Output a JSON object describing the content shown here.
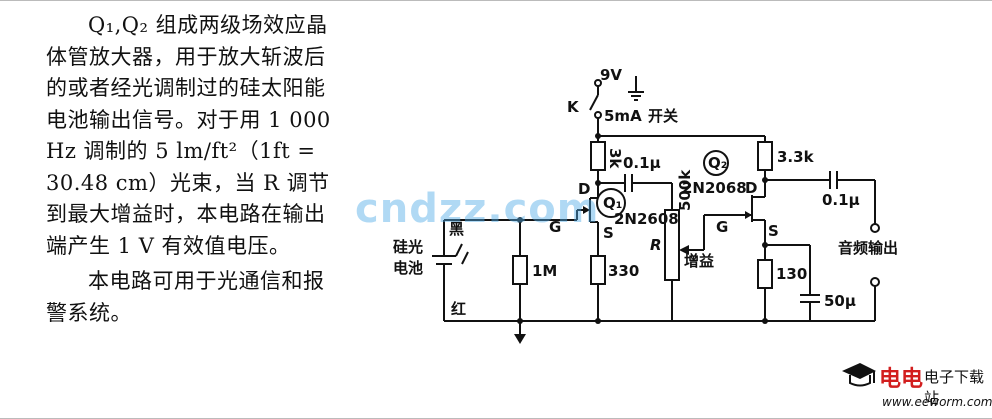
{
  "description": {
    "para1": "Q₁,Q₂ 组成两级场效应晶体管放大器，用于放大斩波后的或者经光调制过的硅太阳能电池输出信号。对于用 1 000 Hz 调制的 5 lm/ft²（1ft = 30.48 cm）光束，当 R 调节到最大增益时，本电路在输出端产生 1 V 有效值电压。",
    "para2": "本电路可用于光通信和报警系统。"
  },
  "circuit": {
    "supply_voltage": "9V",
    "switch_label": "K",
    "current_label": "5mA",
    "switch_text": "开关",
    "r_drain1": "3k",
    "c_coupling1": "0.1μ",
    "q1_label": "Q₁",
    "q1_part": "2N2608",
    "q2_label": "Q₂",
    "q2_part": "2N2068",
    "r_drain2": "3.3k",
    "c_coupling2": "0.1μ",
    "r_gain_pot": "500k",
    "r_gain_name": "R",
    "gain_text": "增益",
    "r_gate": "1M",
    "r_source1": "330",
    "r_source2": "130",
    "c_bypass": "50μ",
    "cell_label_1": "硅光",
    "cell_label_2": "电池",
    "wire_black": "黑",
    "wire_red": "红",
    "output_text": "音频输出",
    "pin_d1": "D",
    "pin_g1": "G",
    "pin_s1": "S",
    "pin_d2": "D",
    "pin_g2": "G",
    "pin_s2": "S"
  },
  "watermark": "cndzz.com",
  "logo": {
    "name": "电电",
    "site": "电子下载站",
    "url": "www.eeworm.com"
  }
}
